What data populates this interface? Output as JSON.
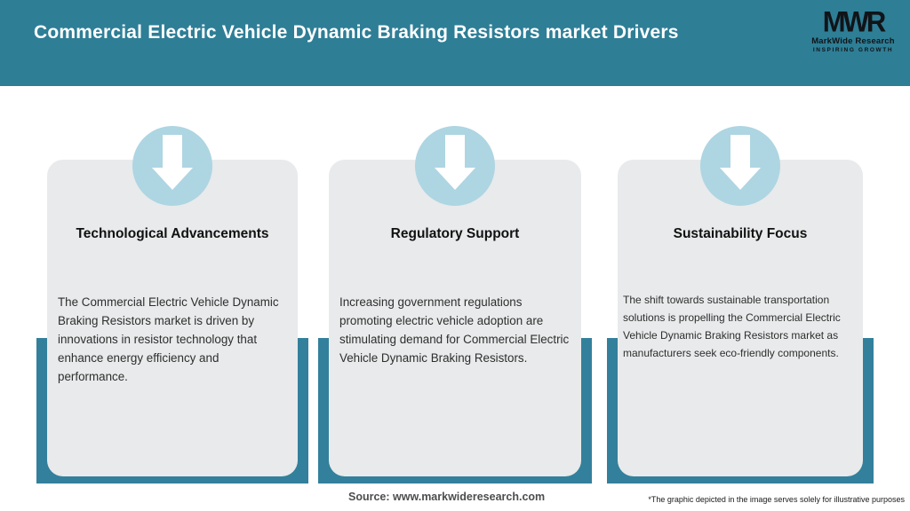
{
  "header": {
    "title": "Commercial Electric Vehicle Dynamic Braking Resistors market Drivers",
    "logo": {
      "acronym": "MWR",
      "name": "MarkWide Research",
      "tagline": "INSPIRING GROWTH"
    }
  },
  "cards": [
    {
      "icon": "arrow-down-icon",
      "title": "Technological Advancements",
      "body": "The Commercial Electric Vehicle Dynamic Braking Resistors market is driven by innovations in resistor technology that enhance energy efficiency and performance."
    },
    {
      "icon": "arrow-down-icon",
      "title": "Regulatory Support",
      "body": "Increasing government regulations promoting electric vehicle adoption are stimulating demand for Commercial Electric Vehicle Dynamic Braking Resistors."
    },
    {
      "icon": "arrow-down-icon",
      "title": "Sustainability Focus",
      "body": "The shift towards sustainable transportation solutions is propelling the Commercial Electric Vehicle Dynamic Braking Resistors market as manufacturers seek eco-friendly components."
    }
  ],
  "footer": {
    "source": "Source: www.markwideresearch.com",
    "disclaimer": "*The graphic depicted in the image serves solely for illustrative purposes"
  },
  "colors": {
    "header-teal": "#2e7e96",
    "header-text": "#ffffff",
    "band-teal": "#33809c",
    "circle-blue": "#aed5e2",
    "card-gray": "#e8eaeb",
    "title-ink": "#111111",
    "body-ink": "#2e2e2e",
    "source-gray": "#4d4d4d"
  }
}
